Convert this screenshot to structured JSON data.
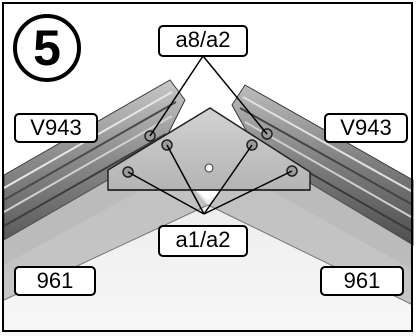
{
  "step_number": "5",
  "labels": {
    "top_center": "a8/a2",
    "bottom_center": "a1/a2",
    "left_rail": "V943",
    "right_rail": "V943",
    "left_panel": "961",
    "right_panel": "961"
  }
}
